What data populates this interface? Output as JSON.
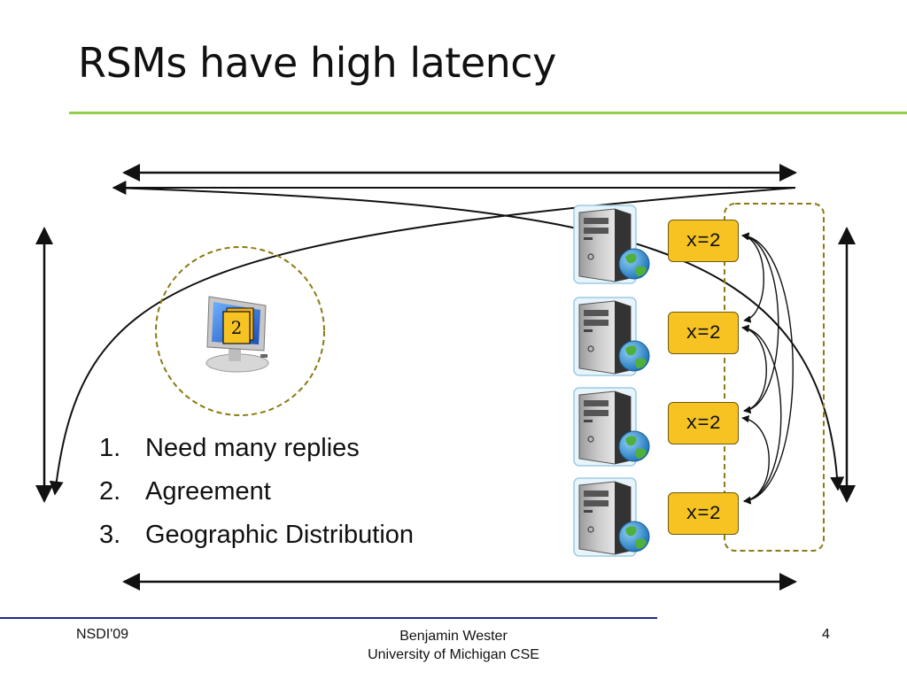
{
  "slide": {
    "title": "RSMs have high latency",
    "list": [
      {
        "num": "1.",
        "text": "Need many replies"
      },
      {
        "num": "2.",
        "text": "Agreement"
      },
      {
        "num": "3.",
        "text": "Geographic Distribution"
      }
    ],
    "client_badge": "2",
    "replica_value": "x=2",
    "replica_count": 4
  },
  "footer": {
    "left": "NSDI'09",
    "center_line1": "Benjamin Wester",
    "center_line2": "University of Michigan CSE",
    "page_number": "4"
  },
  "colors": {
    "accent_rule": "#8fcf4a",
    "footer_rule": "#1f2b8c",
    "value_box": "#f7c323",
    "group_outline": "#8a7a10"
  }
}
